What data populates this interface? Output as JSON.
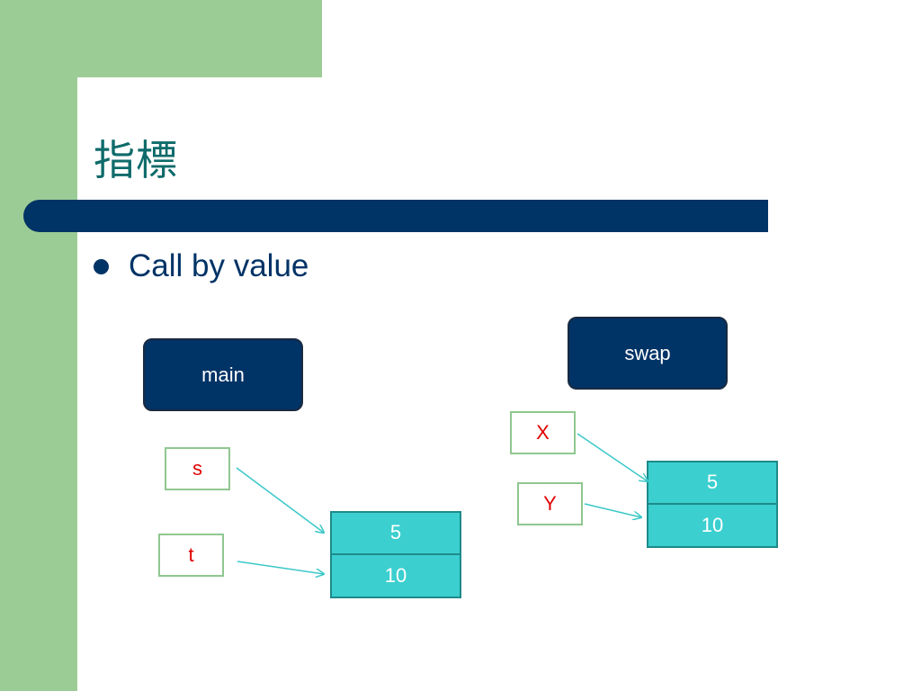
{
  "slide": {
    "title": "指標",
    "bullet": "Call by value"
  },
  "main_frame": {
    "label": "main",
    "vars": [
      "s",
      "t"
    ],
    "memory": [
      "5",
      "10"
    ]
  },
  "swap_frame": {
    "label": "swap",
    "vars": [
      "X",
      "Y"
    ],
    "memory": [
      "5",
      "10"
    ]
  },
  "colors": {
    "background_green": "#9ccc95",
    "navy": "#003366",
    "title_teal": "#0f6b6b",
    "variable_red": "#e00000",
    "memory_cyan": "#3ccfcf",
    "arrow": "#3cc8c8"
  }
}
